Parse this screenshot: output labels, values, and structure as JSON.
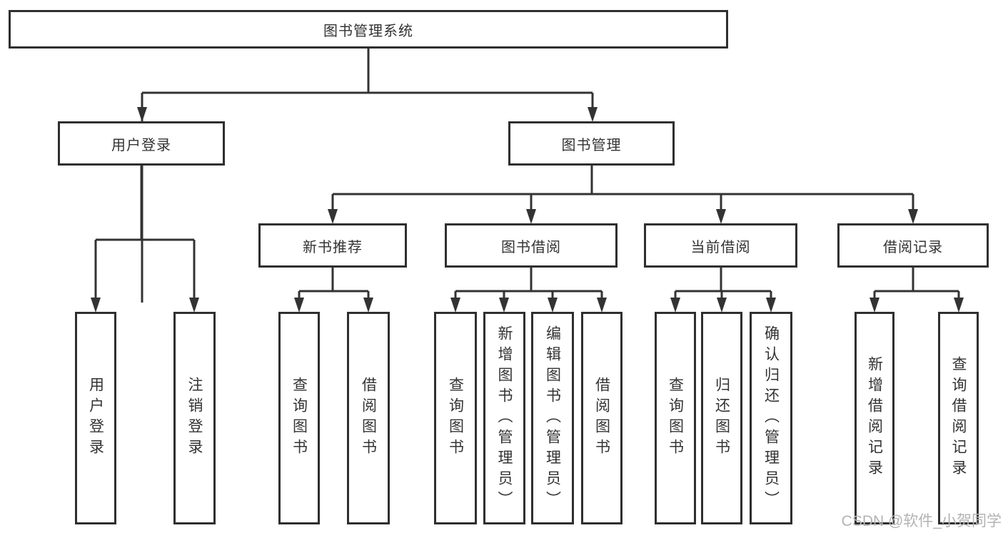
{
  "root": "图书管理系统",
  "level2": {
    "user_login": "用户登录",
    "book_mgmt": "图书管理"
  },
  "level3": {
    "new_book": "新书推荐",
    "borrow": "图书借阅",
    "current": "当前借阅",
    "record": "借阅记录"
  },
  "leaves": {
    "user_login": [
      "用户登录",
      "注销登录"
    ],
    "new_book": [
      "查询图书",
      "借阅图书"
    ],
    "borrow": [
      "查询图书",
      "新增图书（管理员）",
      "编辑图书（管理员）",
      "借阅图书"
    ],
    "current": [
      "查询图书",
      "归还图书",
      "确认归还（管理员）"
    ],
    "record": [
      "新增借阅记录",
      "查询借阅记录"
    ]
  },
  "watermark": "CSDN @软件_小贺同学",
  "colors": {
    "line": "#333333",
    "border": "#2f2f2f",
    "text": "#333333",
    "watermark": "#b3b3b3",
    "background": "#ffffff"
  }
}
